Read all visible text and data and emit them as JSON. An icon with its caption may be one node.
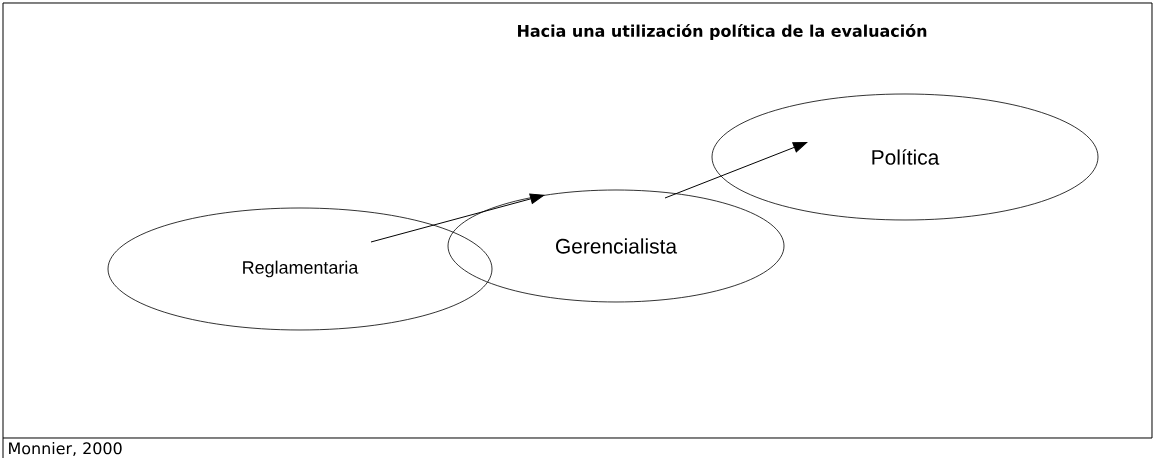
{
  "diagram": {
    "title": "Hacia una utilización política de la evaluación",
    "nodes": [
      {
        "text": [
          "Reglamentaria"
        ]
      },
      {
        "text": [
          "Gerencialista"
        ]
      },
      {
        "text": [
          "Política"
        ]
      }
    ],
    "edges": [
      {
        "from": 0,
        "to": 1,
        "arrow": "to"
      },
      {
        "from": 1,
        "to": 2,
        "arrow": "to"
      }
    ],
    "labels": [
      "Monnier, 2000"
    ]
  }
}
